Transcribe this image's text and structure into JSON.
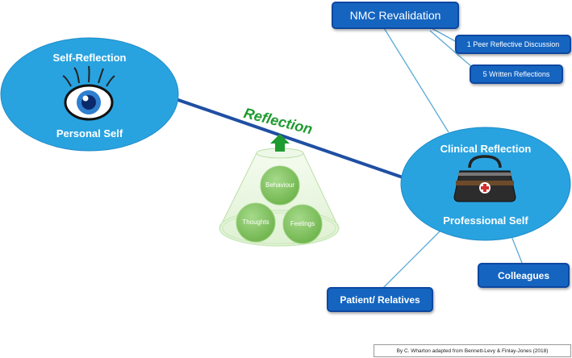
{
  "self_reflection": {
    "title": "Self-Reflection",
    "subtitle": "Personal Self",
    "icon": "eye-icon"
  },
  "clinical_reflection": {
    "title": "Clinical Reflection",
    "subtitle": "Professional Self",
    "icon": "medical-bag-icon"
  },
  "connector_label": "Reflection",
  "arrow_icon": "up-arrow-icon",
  "components": {
    "top": "Behaviour",
    "left": "Thoughts",
    "right": "Feelings"
  },
  "nmc": {
    "title": "NMC Revalidation",
    "items": [
      "1 Peer Reflective Discussion",
      "5 Written Reflections"
    ]
  },
  "outcomes": {
    "patient": "Patient/ Relatives",
    "colleagues": "Colleagues"
  },
  "credit": "By C. Wharton adapted from Bennett-Levy & Finlay-Jones (2018)",
  "colors": {
    "ellipse": "#29a3e0",
    "box": "#1565c0",
    "connector": "#1f4fa3",
    "green_arrow": "#1e9b2f",
    "circle": "#7cc25a"
  }
}
